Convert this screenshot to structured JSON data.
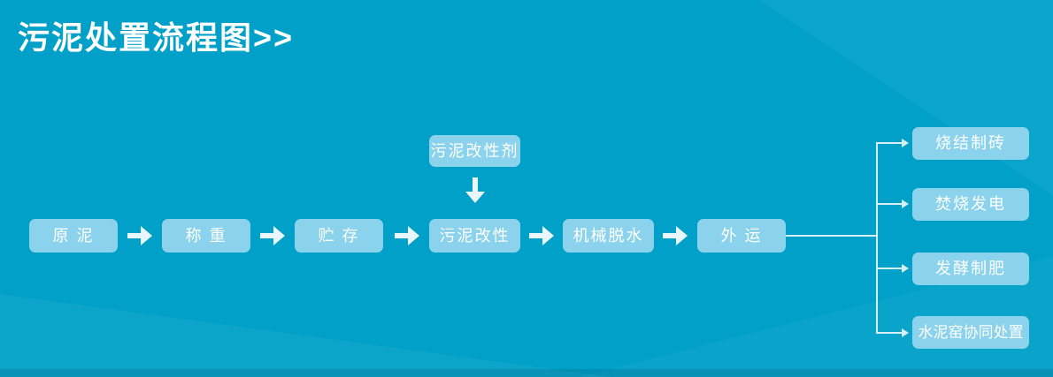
{
  "title": "污泥处置流程图>>",
  "colors": {
    "background": "#00a0c8",
    "node_fill": "#8bd2ec",
    "arrow": "#e9f7fc",
    "connector": "#d6effa",
    "text": "#ffffff"
  },
  "flow": {
    "main_nodes": [
      {
        "id": "raw-sludge",
        "label": "原 泥"
      },
      {
        "id": "weighing",
        "label": "称 重"
      },
      {
        "id": "storage",
        "label": "贮 存"
      },
      {
        "id": "sludge-modification",
        "label": "污泥改性"
      },
      {
        "id": "mechanical-dewatering",
        "label": "机械脱水"
      },
      {
        "id": "outbound-transport",
        "label": "外 运"
      }
    ],
    "additive_node": {
      "id": "sludge-modifier",
      "label": "污泥改性剂"
    },
    "outputs": [
      {
        "id": "sintered-brick",
        "label": "烧结制砖"
      },
      {
        "id": "incineration-power",
        "label": "焚烧发电"
      },
      {
        "id": "fermentation-fertilizer",
        "label": "发酵制肥"
      },
      {
        "id": "cement-kiln-codisposal",
        "label": "水泥窑协同处置"
      }
    ]
  }
}
